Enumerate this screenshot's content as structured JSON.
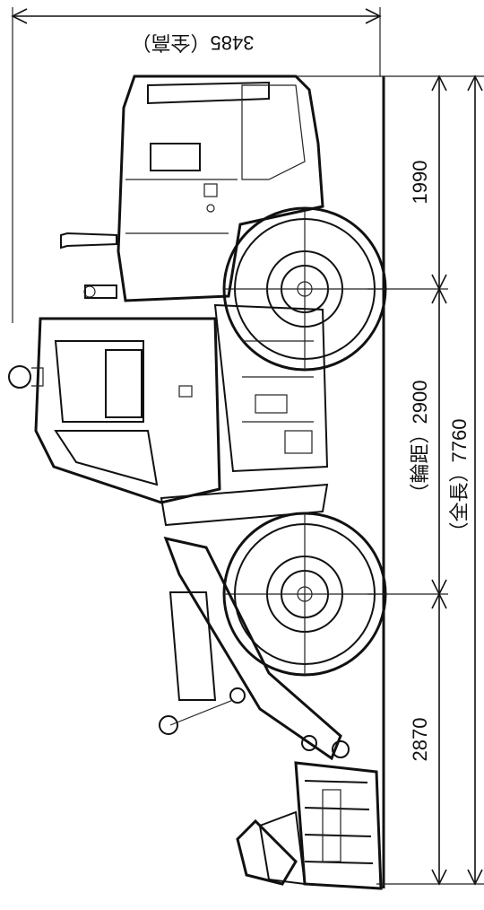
{
  "dimensions": {
    "overall_height_label": "3485（全高）",
    "front_overhang_label": "1990",
    "wheelbase_label": "（輪距）2900",
    "overall_length_label": "（全長）7760",
    "rear_overhang_label": "2870"
  }
}
